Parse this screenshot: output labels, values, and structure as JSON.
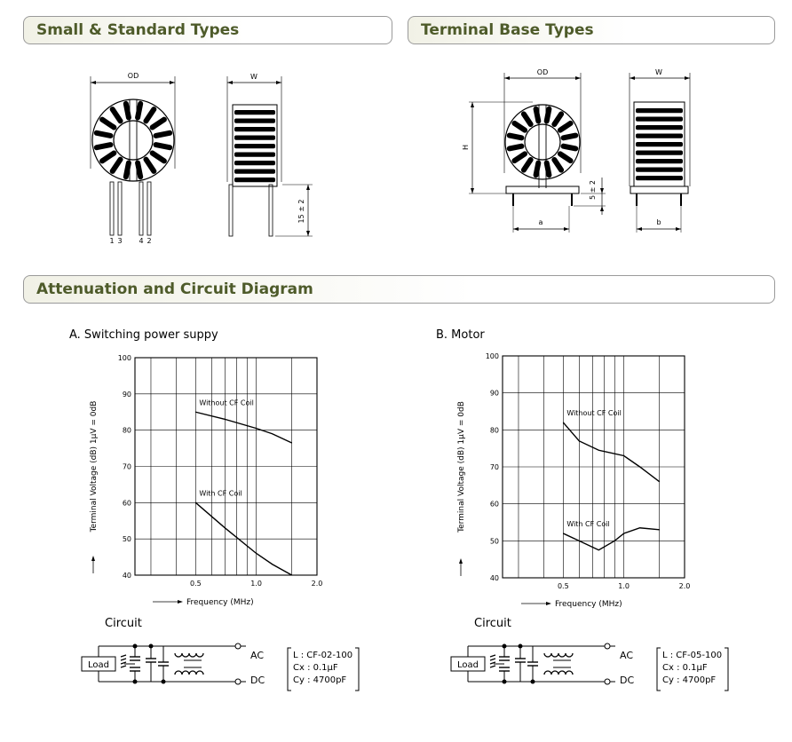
{
  "headers": {
    "small_standard": "Small & Standard Types",
    "terminal_base": "Terminal Base Types",
    "attenuation": "Attenuation and Circuit Diagram"
  },
  "small_drawing": {
    "od_label": "OD",
    "w_label": "W",
    "dim_15": "15 ± 2",
    "pins": [
      "1",
      "3",
      "4",
      "2"
    ]
  },
  "terminal_drawing": {
    "od_label": "OD",
    "w_label": "W",
    "h_label": "H",
    "dim_5": "5 ± 2",
    "a_label": "a",
    "b_label": "b"
  },
  "chart_data": [
    {
      "type": "line",
      "title": "A. Switching power suppy",
      "xlabel": "Frequency (MHz)",
      "ylabel": "Terminal Voltage (dB) 1μV = 0dB",
      "x_scale": "log",
      "xlim": [
        0.25,
        2.0
      ],
      "ylim": [
        40,
        100
      ],
      "x_ticks": [
        0.5,
        1.0,
        2.0
      ],
      "x_tick_labels": [
        "0.5",
        "1.0",
        "2.0"
      ],
      "y_ticks": [
        40,
        50,
        60,
        70,
        80,
        90,
        100
      ],
      "y_tick_labels": [
        "40",
        "50",
        "60",
        "70",
        "80",
        "90",
        "100"
      ],
      "grid": true,
      "series": [
        {
          "name": "Without CF Coil",
          "x": [
            0.5,
            0.7,
            1.0,
            1.2,
            1.5
          ],
          "y": [
            85,
            83,
            80.5,
            79,
            76.5
          ]
        },
        {
          "name": "With CF Coil",
          "x": [
            0.5,
            0.7,
            1.0,
            1.2,
            1.5
          ],
          "y": [
            60,
            53,
            46,
            43,
            40
          ]
        }
      ]
    },
    {
      "type": "line",
      "title": "B. Motor",
      "xlabel": "Frequency (MHz)",
      "ylabel": "Terminal Voltage (dB) 1μV = 0dB",
      "x_scale": "log",
      "xlim": [
        0.25,
        2.0
      ],
      "ylim": [
        40,
        100
      ],
      "x_ticks": [
        0.5,
        1.0,
        2.0
      ],
      "x_tick_labels": [
        "0.5",
        "1.0",
        "2.0"
      ],
      "y_ticks": [
        40,
        50,
        60,
        70,
        80,
        90,
        100
      ],
      "y_tick_labels": [
        "40",
        "50",
        "60",
        "70",
        "80",
        "90",
        "100"
      ],
      "grid": true,
      "series": [
        {
          "name": "Without CF Coil",
          "x": [
            0.5,
            0.6,
            0.75,
            1.0,
            1.2,
            1.5
          ],
          "y": [
            82,
            77,
            74.5,
            73,
            70,
            66
          ]
        },
        {
          "name": "With CF Coil",
          "x": [
            0.5,
            0.6,
            0.75,
            0.9,
            1.0,
            1.2,
            1.5
          ],
          "y": [
            52,
            50,
            47.5,
            50,
            52,
            53.5,
            53
          ]
        }
      ]
    }
  ],
  "circuits": [
    {
      "title": "Circuit",
      "load": "Load",
      "ac": "AC",
      "dc": "DC",
      "specs": [
        "L : CF-02-100",
        "Cx : 0.1μF",
        "Cy : 4700pF"
      ]
    },
    {
      "title": "Circuit",
      "load": "Load",
      "ac": "AC",
      "dc": "DC",
      "specs": [
        "L : CF-05-100",
        "Cx : 0.1μF",
        "Cy : 4700pF"
      ]
    }
  ]
}
